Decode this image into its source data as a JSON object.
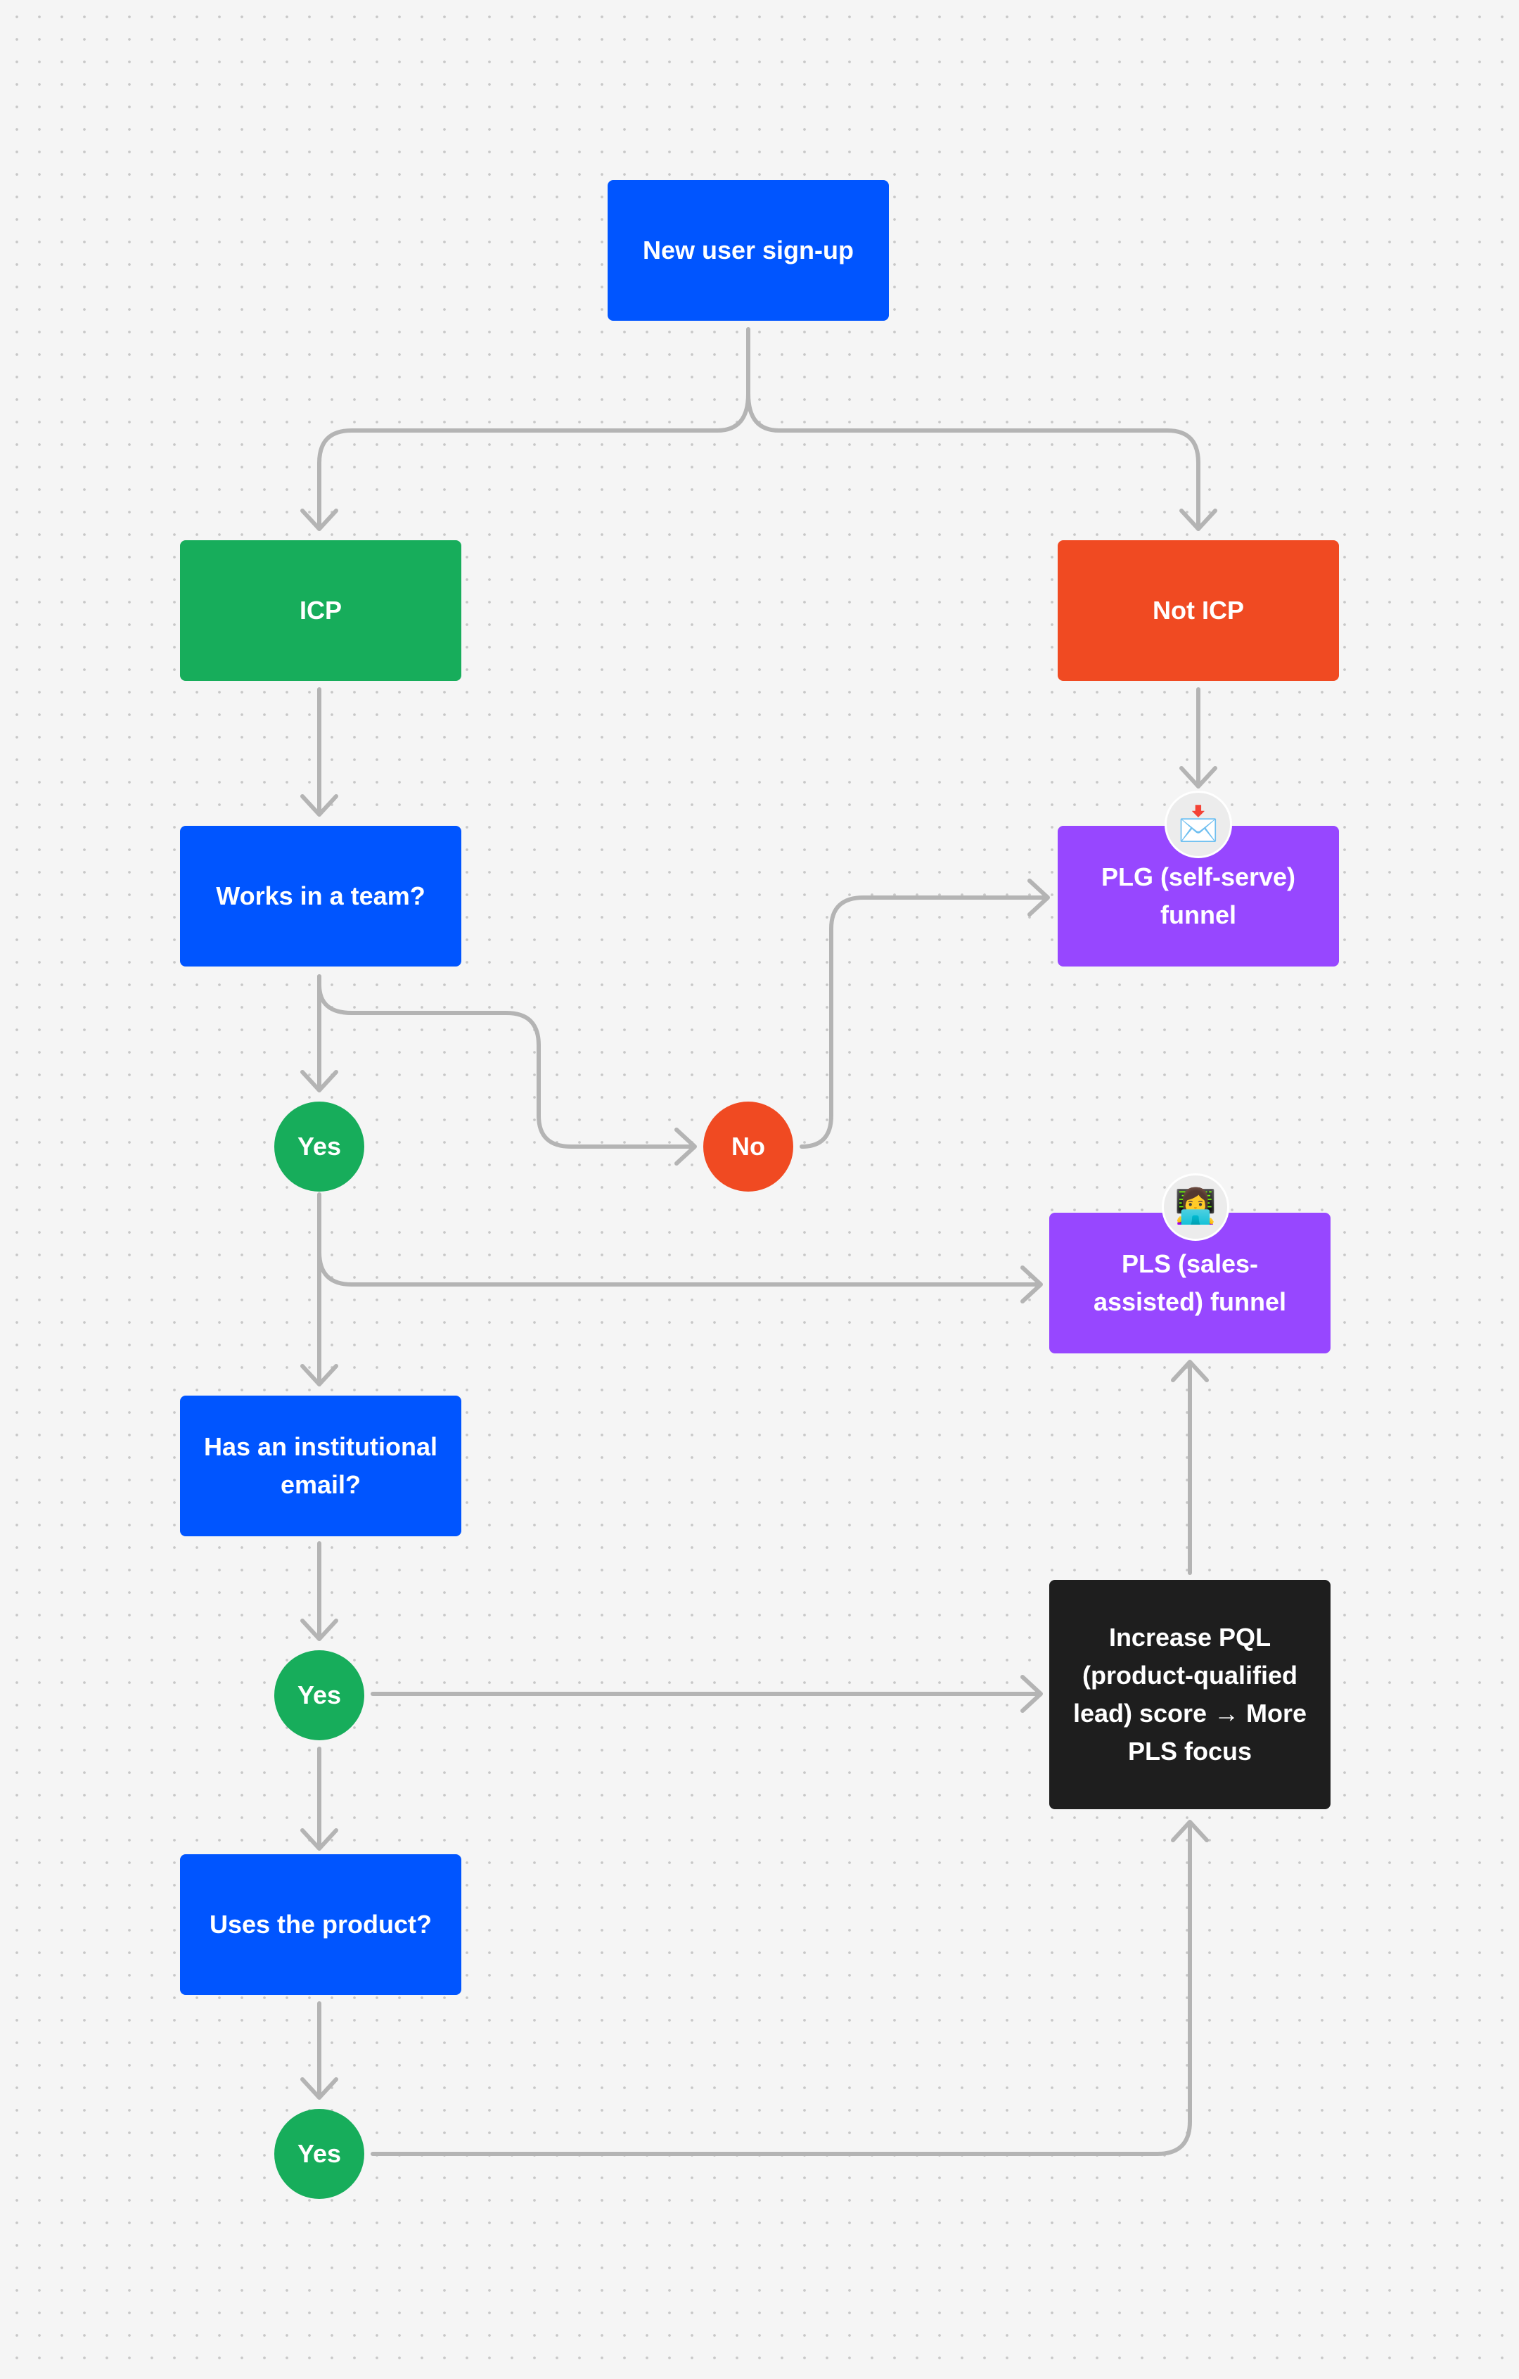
{
  "colors": {
    "blue": "#0055ff",
    "green": "#17ad5b",
    "orange": "#f04a22",
    "purple": "#9747ff",
    "black": "#1e1e1e",
    "connector": "#b4b4b4",
    "background": "#f5f5f5"
  },
  "nodes": {
    "signup": "New user sign-up",
    "icp": "ICP",
    "not_icp": "Not ICP",
    "team": "Works in a team?",
    "plg": "PLG (self-serve) funnel",
    "yes_team": "Yes",
    "no_team": "No",
    "pls": "PLS (sales-assisted) funnel",
    "email": "Has an institutional email?",
    "yes_email": "Yes",
    "pql": "Increase PQL (product-qualified lead) score → More PLS focus",
    "uses": "Uses the product?",
    "yes_uses": "Yes"
  },
  "badges": {
    "plg_icon": "envelope-with-arrow-icon",
    "plg_emoji": "📩",
    "pls_icon": "person-at-laptop-icon",
    "pls_emoji": "👩‍💻"
  }
}
